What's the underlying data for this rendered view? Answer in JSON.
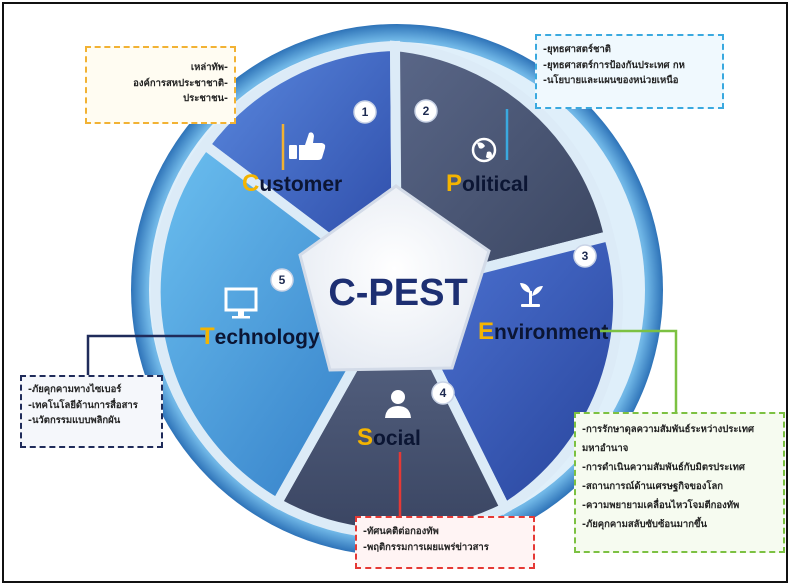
{
  "center": {
    "title": "C-PEST"
  },
  "segments": [
    {
      "id": "customer",
      "number": "1",
      "first_letter": "C",
      "rest": "ustomer",
      "icon": "thumbs-up-icon",
      "items": [
        "เหล่าทัพ-",
        "องค์การสหประชาชาติ-",
        "ประชาชน-"
      ]
    },
    {
      "id": "political",
      "number": "2",
      "first_letter": "P",
      "rest": "olitical",
      "icon": "globe-icon",
      "items": [
        "-ยุทธศาสตร์ชาติ",
        "-ยุทธศาสตร์การป้องกันประเทศ กห",
        "-นโยบายและแผนของหน่วยเหนือ"
      ]
    },
    {
      "id": "environment",
      "number": "3",
      "first_letter": "E",
      "rest": "nvironment",
      "icon": "sprout-icon",
      "items": [
        "-การรักษาดุลความสัมพันธ์ระหว่างประเทศ",
        "มหาอำนาจ",
        "-การดำเนินความสัมพันธ์กับมิตรประเทศ",
        "-สถานการณ์ด้านเศรษฐกิจของโลก",
        "-ความพยายามเคลื่อนไหวโจมตีกองทัพ",
        "-ภัยคุกคามสลับซับซ้อนมากขึ้น"
      ]
    },
    {
      "id": "social",
      "number": "4",
      "first_letter": "S",
      "rest": "ocial",
      "icon": "person-icon",
      "items": [
        "-ทัศนคติต่อกองทัพ",
        "-พฤติกรรมการเผยแพร่ข่าวสาร"
      ]
    },
    {
      "id": "technology",
      "number": "5",
      "first_letter": "T",
      "rest": "echnology",
      "icon": "monitor-icon",
      "items": [
        "-ภัยคุกคามทางไซเบอร์",
        "-เทคโนโลยีด้านการสื่อสาร",
        "-นวัตกรรมแบบพลิกผัน"
      ]
    }
  ],
  "colors": {
    "customer_segment": "#3d63c2",
    "political_segment": "#465372",
    "environment_segment": "#3b5dbd",
    "social_segment": "#4a5674",
    "technology_segment": "#3f92d4",
    "customer_accent": "#f2b233",
    "political_accent": "#3aa9df",
    "environment_accent": "#7cc142",
    "social_accent": "#e53935",
    "technology_accent": "#1f2b5a"
  }
}
